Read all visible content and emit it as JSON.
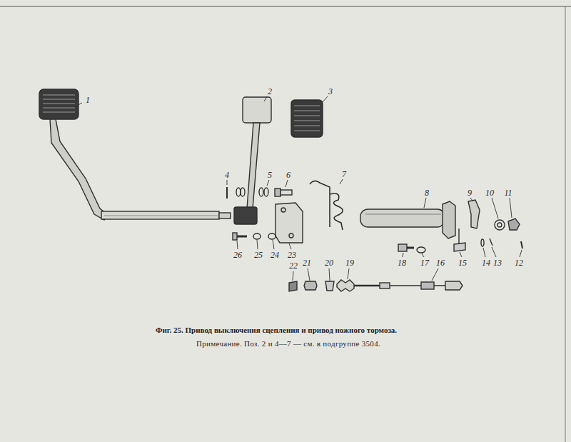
{
  "diagram": {
    "caption": "Фиг. 25. Привод выключения сцепления и привод ножного тормоза.",
    "labels": [
      "1",
      "2",
      "3",
      "4",
      "5",
      "6",
      "7",
      "8",
      "9",
      "10",
      "11",
      "12",
      "13",
      "14",
      "15",
      "16",
      "17",
      "18",
      "19",
      "20",
      "21",
      "22",
      "23",
      "24",
      "25",
      "26",
      "Примечание. Поз. 2 и 4—7 — см. в подгруппе 3504."
    ]
  }
}
